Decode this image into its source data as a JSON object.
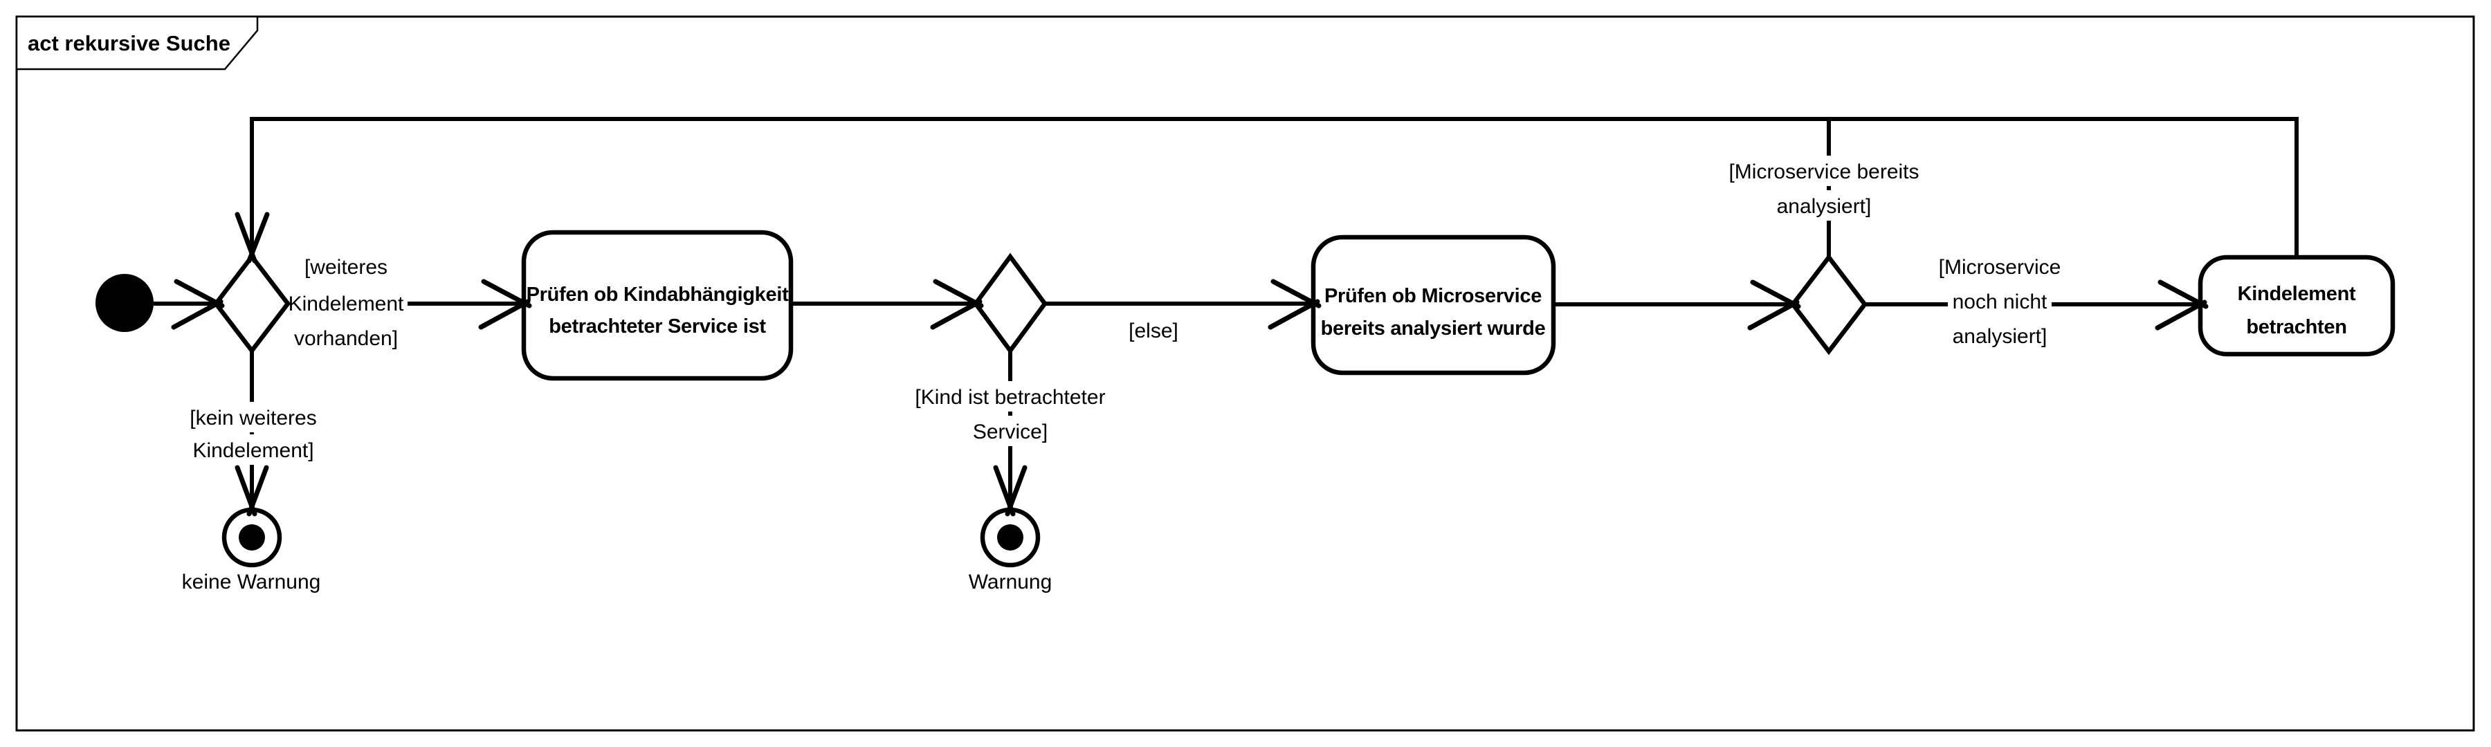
{
  "frame": {
    "title": "act rekursive Suche"
  },
  "actions": {
    "check_child_dependency": {
      "line1": "Prüfen ob Kindabhängigkeit",
      "line2": "betrachteter Service ist"
    },
    "check_microservice": {
      "line1": "Prüfen ob Microservice",
      "line2": "bereits analysiert wurde"
    },
    "view_child_element": {
      "line1": "Kindelement",
      "line2": "betrachten"
    }
  },
  "final_nodes": {
    "no_warning": "keine Warnung",
    "warning": "Warnung"
  },
  "guards": {
    "more_child": {
      "line1": "[weiteres",
      "line2": "Kindelement",
      "line3": "vorhanden]"
    },
    "no_more_child": {
      "line1": "[kein weiteres",
      "line2": "Kindelement]"
    },
    "child_is_service": {
      "line1": "[Kind ist betrachteter",
      "line2": "Service]"
    },
    "else_guard": "[else]",
    "ms_already": {
      "line1": "[Microservice bereits",
      "line2": "analysiert]"
    },
    "ms_not_yet": {
      "line1": "[Microservice",
      "line2": "noch nicht",
      "line3": "analysiert]"
    }
  },
  "colors": {
    "line": "#000000",
    "background": "#ffffff"
  }
}
